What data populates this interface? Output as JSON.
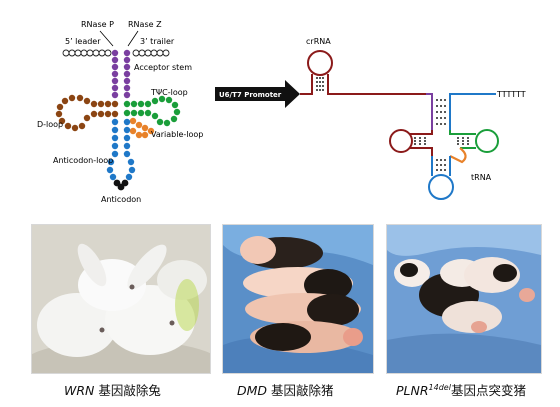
{
  "trna": {
    "rnase_p": "RNase P",
    "rnase_z": "RNase Z",
    "leader": "5’ leader",
    "trailer": "3’ trailer",
    "acceptor_stem": "Acceptor stem",
    "tpsic_loop": "TΨC-loop",
    "d_loop": "D-loop",
    "variable_loop": "Variable-loop",
    "anticodon_loop": "Anticodon-loop",
    "anticodon": "Anticodon"
  },
  "construct": {
    "crrna": "crRNA",
    "promoter": "U6/T7 Promoter",
    "terminator": "TTTTTT",
    "trna": "tRNA"
  },
  "captions": {
    "rabbit_gene": "WRN",
    "rabbit_text": " 基因敲除兔",
    "pig_gene": "DMD",
    "pig_text": " 基因敲除猪",
    "plnr_gene": "PLNR",
    "plnr_sup": "14del",
    "plnr_text": "基因点突变猪"
  },
  "colors": {
    "acceptor": "#7a3fa0",
    "d_arm": "#8b4513",
    "tpsic": "#1a9e3a",
    "variable": "#e8822a",
    "anticodon_arm": "#1f78c8",
    "anticodon": "#111111",
    "crrna": "#8b1a1a",
    "terminator": "#1f78c8"
  }
}
